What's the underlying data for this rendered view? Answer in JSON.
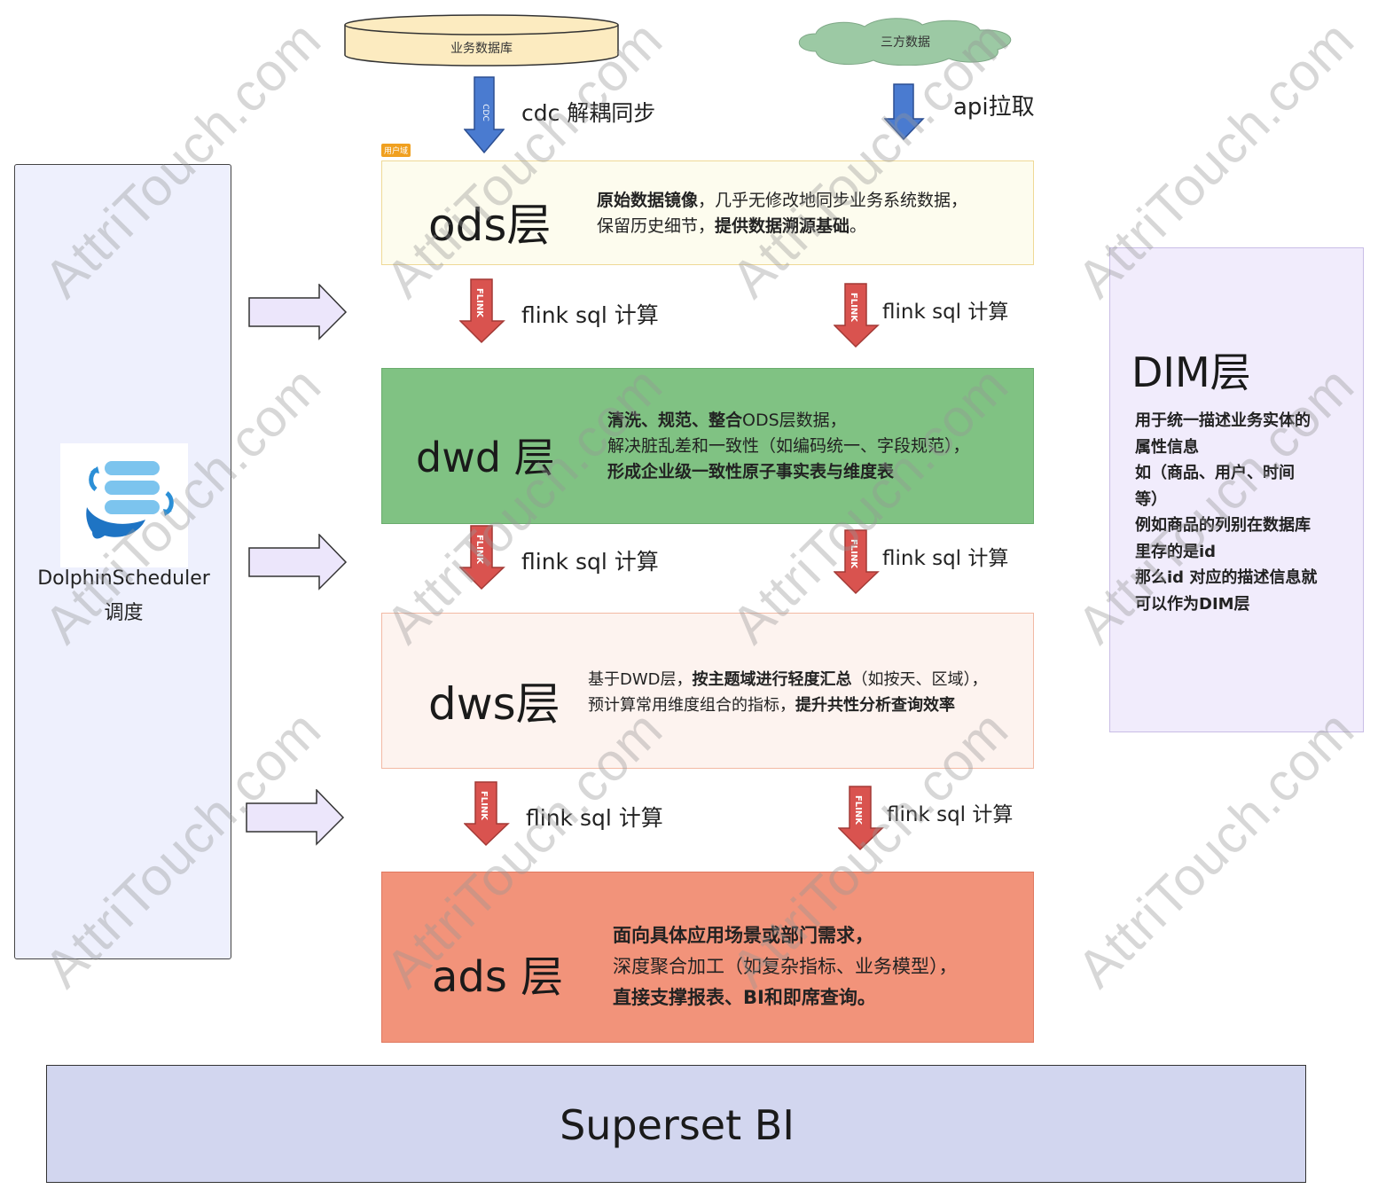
{
  "sources": {
    "db_label": "业务数据库",
    "third_party_label": "三方数据",
    "cdc_arrow_text": "CDC",
    "cdc_label": "cdc 解耦同步",
    "api_label": "api拉取",
    "user_domain_tag": "用户域"
  },
  "layers": {
    "ods": {
      "title": "ods层",
      "desc_line1_bold": "原始数据镜像",
      "desc_line1_rest": "，几乎无修改地同步业务系统数据，",
      "desc_line2_plain": "保留历史细节，",
      "desc_line2_bold": "提供数据溯源基础",
      "desc_line2_end": "。"
    },
    "dwd": {
      "title": "dwd 层",
      "desc_line1_bold": "清洗、规范、整合",
      "desc_line1_rest": "ODS层数据，",
      "desc_line2": "解决脏乱差和一致性（如编码统一、字段规范），",
      "desc_line3": "形成企业级一致性原子事实表与维度表"
    },
    "dws": {
      "title": "dws层",
      "desc_line1_plain": "基于DWD层，",
      "desc_line1_bold": "按主题域进行轻度汇总",
      "desc_line1_rest": "（如按天、区域），",
      "desc_line2_plain": "预计算常用维度组合的指标，",
      "desc_line2_bold": "提升共性分析查询效率"
    },
    "ads": {
      "title": "ads 层",
      "desc_line1": "面向具体应用场景或部门需求，",
      "desc_line2": "深度聚合加工（如复杂指标、业务模型），",
      "desc_line3": "直接支撑报表、BI和即席查询。"
    }
  },
  "flink": {
    "arrow_text": "FLINK",
    "label": "flink sql 计算"
  },
  "scheduler": {
    "name": "DolphinScheduler",
    "subtitle": "调度"
  },
  "dim": {
    "title": "DIM层",
    "desc": [
      "用于统一描述业务实体的",
      "属性信息",
      "如（商品、用户、时间",
      "等）",
      "例如商品的列别在数据库",
      "里存的是id",
      "那么id 对应的描述信息就",
      "可以作为DIM层"
    ]
  },
  "bi": {
    "label": "Superset BI"
  },
  "watermark": {
    "text": "AttriTouch.com"
  },
  "colors": {
    "ods_bg": "#fdfcee",
    "dwd_bg": "#80c283",
    "dws_bg": "#fdf3ef",
    "ads_bg": "#f2937a",
    "flink_arrow": "#d9534f",
    "cdc_arrow": "#4a7bd0",
    "side_arrow_fill": "#ece6fb",
    "scheduler_bg": "#eef0fd",
    "dim_bg": "#f1ecfc",
    "bi_bg": "#d2d6ef",
    "db_fill": "#fcebc0",
    "cloud_fill": "#9cc9a4"
  }
}
